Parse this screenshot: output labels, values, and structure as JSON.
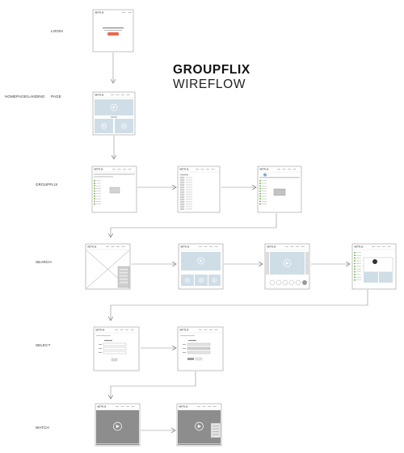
{
  "title": {
    "line1": "GROUPFLIX",
    "line2": "WIREFLOW"
  },
  "rows": {
    "login": "LOGIN",
    "home_a": "HOMEPAGE/LANDING",
    "home_b": "PAGE",
    "groupflix": "GROUPFLIX",
    "search": "SEARCH",
    "select": "SELECT",
    "watch": "WATCH"
  },
  "screen_brand": "NETFLIX",
  "colors": {
    "frame": "#9a9a9a",
    "accent": "#e8694f",
    "media": "#cfdde6",
    "arrow": "#8a8a8a",
    "video": "#8d8d8d",
    "green": "#7bbd5a"
  }
}
